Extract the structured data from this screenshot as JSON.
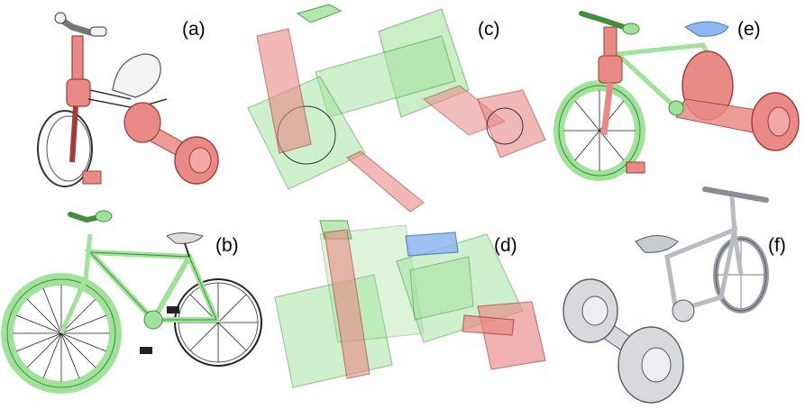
{
  "panels": [
    {
      "label": "(a)"
    },
    {
      "label": "(b)"
    },
    {
      "label": "(c)"
    },
    {
      "label": "(d)"
    },
    {
      "label": "(e)"
    },
    {
      "label": "(f)"
    }
  ],
  "colors": {
    "red_part": "#e98a86",
    "red_stroke": "#a33b37",
    "green_part": "#9fe29a",
    "green_stroke": "#3f8f3a",
    "blue_part": "#8fb7ef",
    "grey_part": "#d7d9dd",
    "grey_stroke": "#555a60",
    "line": "#222222"
  }
}
